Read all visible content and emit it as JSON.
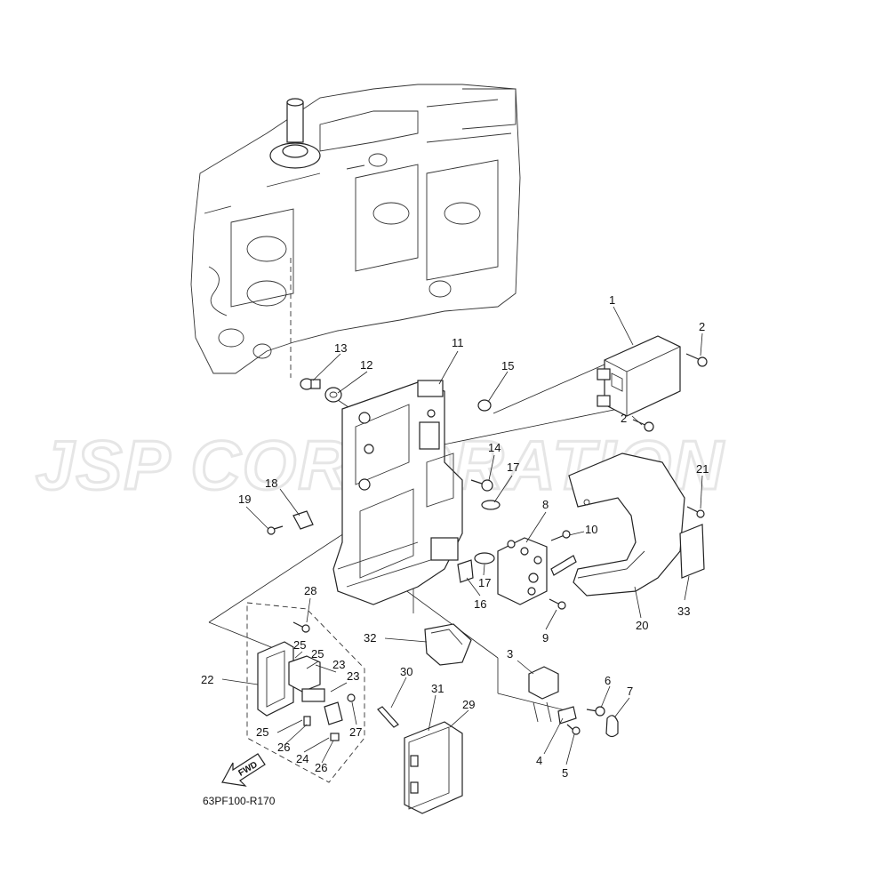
{
  "watermark": "JSP CORPORATION",
  "diagram_ref": "63PF100-R170",
  "fwd_label": "FWD",
  "callouts": {
    "c1": "1",
    "c2a": "2",
    "c2b": "2",
    "c3": "3",
    "c4": "4",
    "c5": "5",
    "c6": "6",
    "c7": "7",
    "c8": "8",
    "c9": "9",
    "c10": "10",
    "c11": "11",
    "c12": "12",
    "c13": "13",
    "c14": "14",
    "c15": "15",
    "c16": "16",
    "c17a": "17",
    "c17b": "17",
    "c18": "18",
    "c19": "19",
    "c20": "20",
    "c21": "21",
    "c22": "22",
    "c23a": "23",
    "c23b": "23",
    "c24": "24",
    "c25a": "25",
    "c25b": "25",
    "c25c": "25",
    "c26a": "26",
    "c26b": "26",
    "c27": "27",
    "c28": "28",
    "c29": "29",
    "c30": "30",
    "c31": "31",
    "c32": "32",
    "c33": "33"
  }
}
